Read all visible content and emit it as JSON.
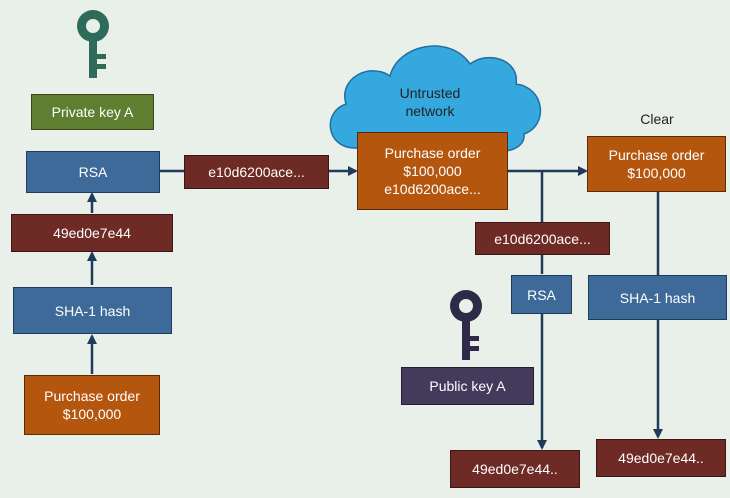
{
  "colors": {
    "blue": "#3e6a9a",
    "red": "#6e2a25",
    "orange": "#b5560f",
    "green": "#5f7e2f",
    "purple": "#433a5c",
    "cloud": "#36a8e0",
    "arrow": "#1f3b5a",
    "key": "#2f6b5a"
  },
  "labels": {
    "private_key": "Private key A",
    "rsa_sign": "RSA",
    "signature_mid": "e10d6200ace...",
    "hash_left": "49ed0e7e44",
    "sha_left": "SHA-1 hash",
    "po_left": "Purchase order\n$100,000",
    "cloud": "Untrusted\nnetwork",
    "po_mid": "Purchase order\n$100,000\ne10d6200ace...",
    "clear": "Clear",
    "po_right": "Purchase order\n$100,000",
    "signature_right": "e10d6200ace...",
    "rsa_verify": "RSA",
    "sha_right": "SHA-1 hash",
    "public_key": "Public key A",
    "hash_verify": "49ed0e7e44..",
    "hash_right": "49ed0e7e44.."
  },
  "icons": [
    "key-icon",
    "key-icon",
    "cloud-icon"
  ]
}
